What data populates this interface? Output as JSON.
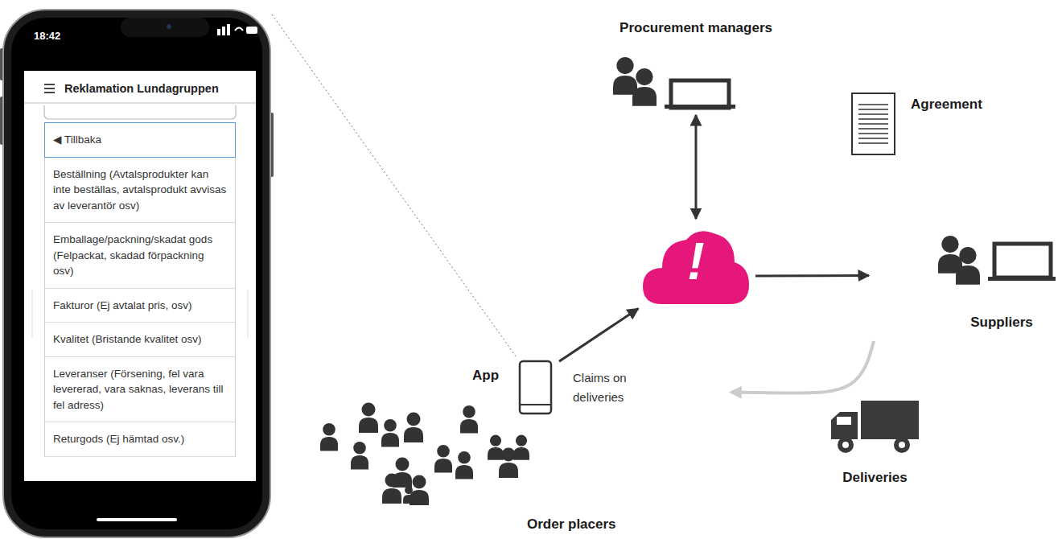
{
  "diagram": {
    "nodes": [
      {
        "text": [
          "18:42",
          "Reklamation Lundagruppen"
        ]
      },
      {
        "text": [
          "◀ Tillbaka"
        ],
        "in": 0
      },
      {
        "text": [
          "Beställning (Avtalsprodukter kan inte beställas, avtalsprodukt avvisas av leverantör osv)"
        ],
        "in": 0
      },
      {
        "text": [
          "Emballage/packning/skadat gods (Felpackat, skadad förpackning osv)"
        ],
        "in": 0
      },
      {
        "text": [
          "Fakturor (Ej avtalat pris, osv)"
        ],
        "in": 0
      },
      {
        "text": [
          "Kvalitet (Bristande kvalitet osv)"
        ],
        "in": 0
      },
      {
        "text": [
          "Leveranser (Försening, fel vara levererad, vara saknas, leverans till fel adress)"
        ],
        "in": 0
      },
      {
        "text": [
          "Returgods (Ej hämtad osv.)"
        ],
        "in": 0
      },
      {
        "text": [
          "Procurement managers"
        ]
      },
      {
        "text": [
          "Agreement"
        ]
      },
      {
        "text": [
          "!"
        ]
      },
      {
        "text": [
          "Suppliers"
        ]
      },
      {
        "text": [
          "App"
        ]
      },
      {
        "text": [
          "Order placers"
        ]
      },
      {
        "text": [
          "Deliveries"
        ]
      }
    ],
    "edges": [
      {
        "from": 8,
        "to": 10,
        "arrow": "both"
      },
      {
        "from": 10,
        "to": 11,
        "arrow": "to"
      },
      {
        "from": 12,
        "to": 10,
        "label": "Claims on deliveries",
        "arrow": "to"
      },
      {
        "from": 11,
        "to": 13,
        "arrow": "to"
      },
      {
        "from": 0,
        "to": 12,
        "arrow": "none"
      }
    ]
  }
}
